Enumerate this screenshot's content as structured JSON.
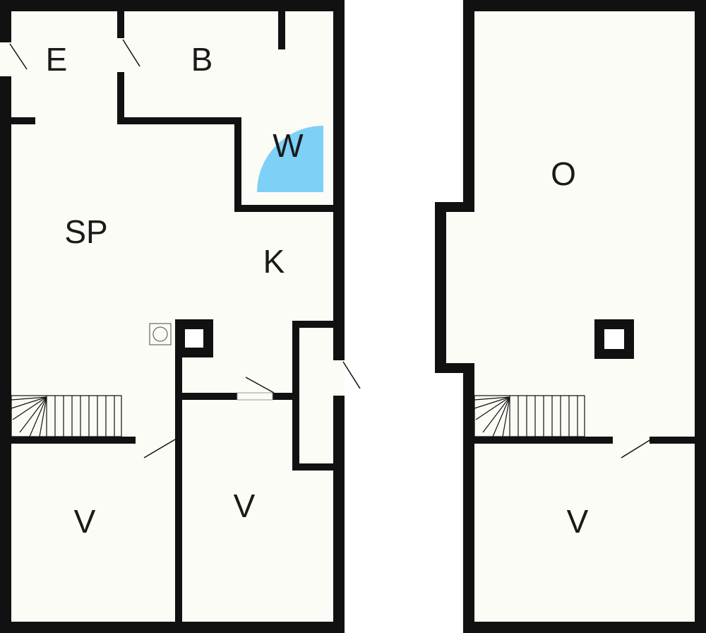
{
  "colors": {
    "wall": "#111111",
    "floor": "#fcfcf6",
    "shower": "#7ed0f6",
    "background": "#ffffff"
  },
  "rooms": {
    "entrance": "E",
    "bedroom": "B",
    "wet_room": "W",
    "living": "SP",
    "kitchen": "K",
    "room_left_bottom": "V",
    "room_middle_bottom": "V",
    "upper_floor_room": "O",
    "upper_floor_bottom": "V"
  },
  "icons": {
    "stove": "stove-icon",
    "chimney": "chimney-icon",
    "stairs": "stairs-icon",
    "door": "door-swing-icon",
    "shower": "shower-icon"
  }
}
